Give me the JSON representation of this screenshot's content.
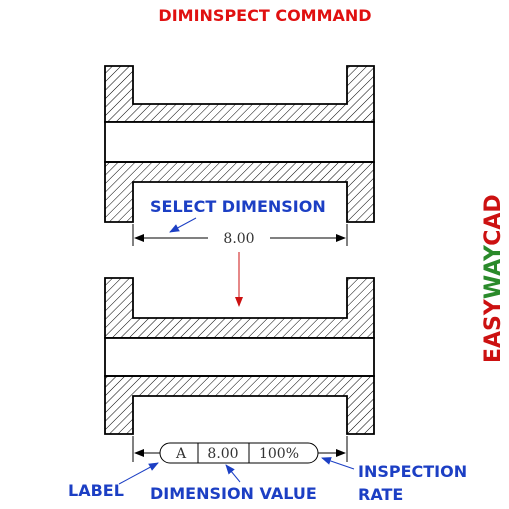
{
  "title": "DIMINSPECT COMMAND",
  "dimension_value": "8.00",
  "inspection": {
    "label": "A",
    "value": "8.00",
    "rate": "100%"
  },
  "callouts": {
    "select_dimension": "SELECT DIMENSION",
    "label": "LABEL",
    "dimension_value": "DIMENSION VALUE",
    "inspection_line1": "INSPECTION",
    "inspection_line2": "RATE"
  },
  "brand": {
    "part1": "EASY",
    "part2": "WAY",
    "part3": "CAD",
    "color1": "#cc1111",
    "color2": "#2a8a2a",
    "color3": "#cc1111"
  },
  "colors": {
    "title": "#e01010",
    "callout": "#1c3fc4",
    "arrow": "#cc1111"
  }
}
